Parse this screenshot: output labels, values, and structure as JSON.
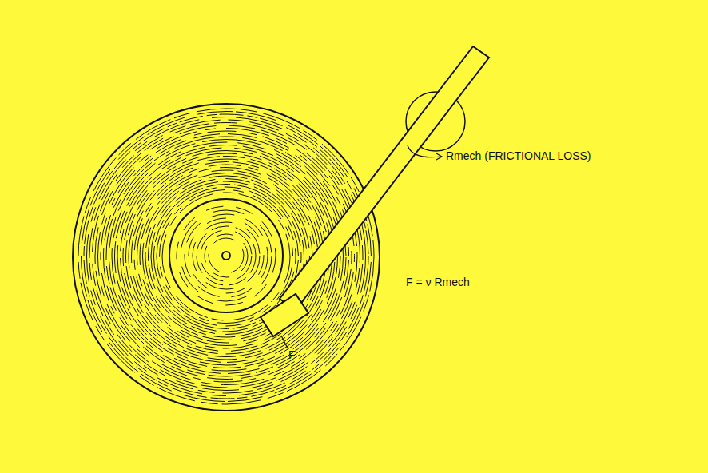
{
  "diagram": {
    "labels": [
      "Rmech (FRICTIONAL LOSS)",
      "F = ν Rmech",
      "F"
    ]
  }
}
